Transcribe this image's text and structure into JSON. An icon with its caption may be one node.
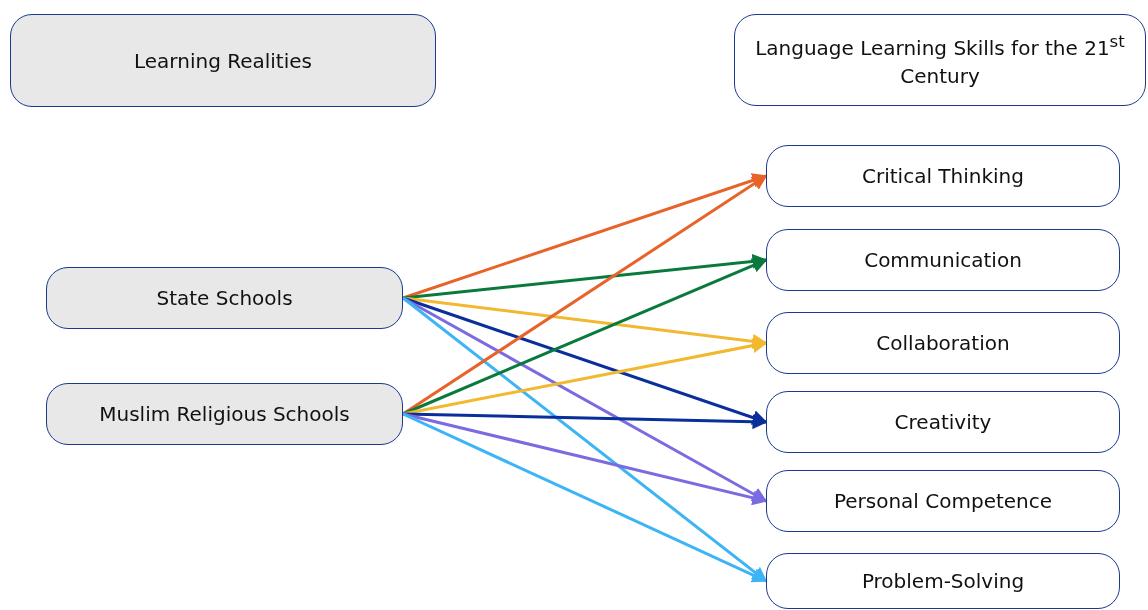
{
  "diagram": {
    "nodes": [
      {
        "text": [
          "Learning Realities"
        ]
      },
      {
        "text": [
          "Language Learning Skills for the 21$^{st}$ Century"
        ]
      },
      {
        "text": [
          "State Schools"
        ]
      },
      {
        "text": [
          "Muslim Religious Schools"
        ]
      },
      {
        "text": [
          "Critical Thinking"
        ]
      },
      {
        "text": [
          "Communication"
        ]
      },
      {
        "text": [
          "Collaboration"
        ]
      },
      {
        "text": [
          "Creativity"
        ]
      },
      {
        "text": [
          "Personal Competence"
        ]
      },
      {
        "text": [
          "Problem-Solving"
        ]
      }
    ],
    "edges": [
      {
        "from": 2,
        "to": 4,
        "arrow": "to",
        "color": "#e8632a"
      },
      {
        "from": 2,
        "to": 5,
        "arrow": "to",
        "color": "#0a7a3c"
      },
      {
        "from": 2,
        "to": 6,
        "arrow": "to",
        "color": "#f2b830"
      },
      {
        "from": 2,
        "to": 7,
        "arrow": "to",
        "color": "#0a2f9a"
      },
      {
        "from": 2,
        "to": 8,
        "arrow": "to",
        "color": "#7b6be0"
      },
      {
        "from": 2,
        "to": 9,
        "arrow": "to",
        "color": "#3cb4f5"
      },
      {
        "from": 3,
        "to": 4,
        "arrow": "to",
        "color": "#e8632a"
      },
      {
        "from": 3,
        "to": 5,
        "arrow": "to",
        "color": "#0a7a3c"
      },
      {
        "from": 3,
        "to": 6,
        "arrow": "to",
        "color": "#f2b830"
      },
      {
        "from": 3,
        "to": 7,
        "arrow": "to",
        "color": "#0a2f9a"
      },
      {
        "from": 3,
        "to": 8,
        "arrow": "to",
        "color": "#7b6be0"
      },
      {
        "from": 3,
        "to": 9,
        "arrow": "to",
        "color": "#3cb4f5"
      }
    ]
  }
}
